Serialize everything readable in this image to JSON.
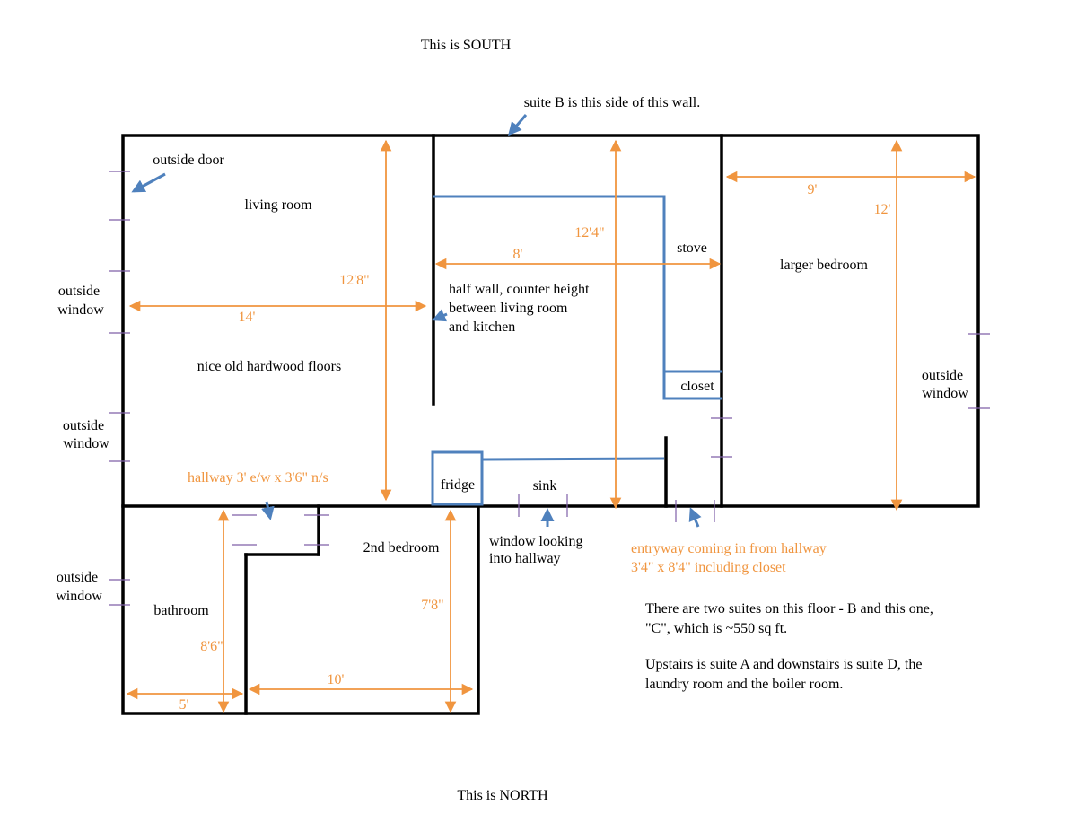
{
  "compass": {
    "south": "This is SOUTH",
    "north": "This is NORTH"
  },
  "labels": {
    "suite_b_wall": "suite B is this side of this wall.",
    "outside_door": "outside door",
    "living_room": "living room",
    "outside_window": [
      "outside",
      "window"
    ],
    "hardwood": "nice old hardwood floors",
    "half_wall": [
      "half wall, counter height",
      "between living room",
      "and kitchen"
    ],
    "stove": "stove",
    "closet": "closet",
    "fridge": "fridge",
    "sink": "sink",
    "window_hallway": [
      "window looking",
      "into hallway"
    ],
    "larger_bedroom": "larger bedroom",
    "bathroom": "bathroom",
    "second_bedroom": "2nd bedroom"
  },
  "dimensions": {
    "living_width": "14'",
    "living_depth": "12'8\"",
    "kitchen_width": "8'",
    "kitchen_depth": "12'4\"",
    "bedroom_width": "9'",
    "bedroom_depth": "12'",
    "hallway": "hallway  3' e/w x 3'6\" n/s",
    "entryway": [
      "entryway coming in from hallway",
      "3'4\" x 8'4\" including closet"
    ],
    "bath_height": "8'6\"",
    "bath_width": "5'",
    "bed2_width": "10'",
    "bed2_height": "7'8\""
  },
  "notes": {
    "suites": [
      "There are two suites on this floor - B and this one,",
      "\"C\", which is ~550 sq ft."
    ],
    "other": [
      "Upstairs is suite A and downstairs is suite D, the",
      "laundry room and the boiler room."
    ]
  },
  "colors": {
    "wall": "#000000",
    "dimension": "#f0953f",
    "counter": "#4f81bd",
    "tick": "#7f5fa8"
  }
}
